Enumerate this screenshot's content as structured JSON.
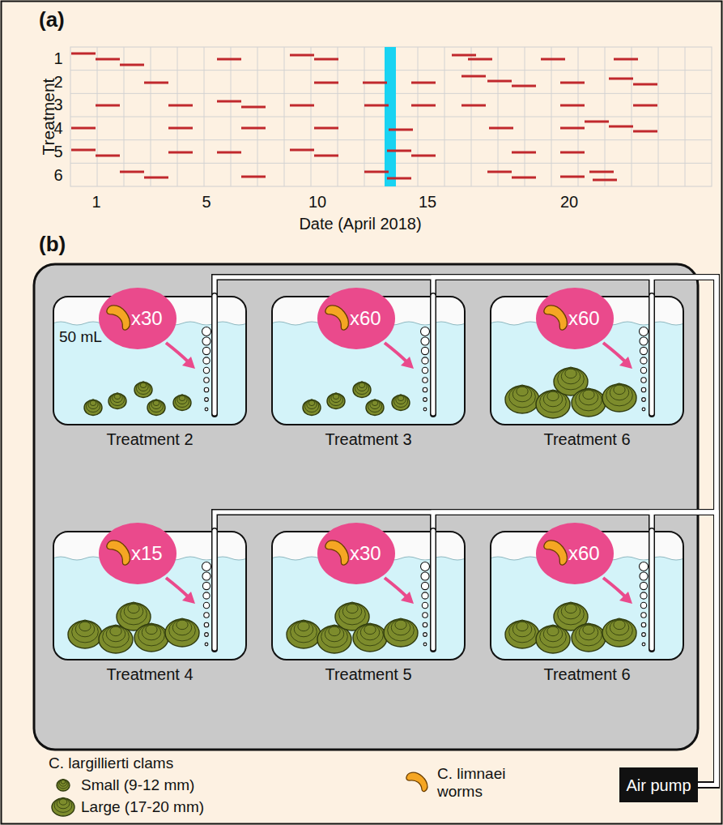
{
  "diagram": {
    "nodes": [
      {
        "text": [
          "Treatment 2",
          "50 mL"
        ]
      },
      {
        "text": [
          "x30"
        ],
        "in": 0
      },
      {
        "text": [
          "Treatment 3"
        ]
      },
      {
        "text": [
          "x60"
        ],
        "in": 2
      },
      {
        "text": [
          "Treatment 6"
        ]
      },
      {
        "text": [
          "x60"
        ],
        "in": 4
      },
      {
        "text": [
          "Treatment 4"
        ]
      },
      {
        "text": [
          "x15"
        ],
        "in": 6
      },
      {
        "text": [
          "Treatment 5"
        ]
      },
      {
        "text": [
          "x30"
        ],
        "in": 8
      },
      {
        "text": [
          "Treatment 6"
        ]
      },
      {
        "text": [
          "x60"
        ],
        "in": 10
      },
      {
        "text": [
          "Air pump"
        ]
      }
    ],
    "edges": [
      {
        "from": 12,
        "to": 0,
        "arrow": "none"
      },
      {
        "from": 12,
        "to": 2,
        "arrow": "none"
      },
      {
        "from": 12,
        "to": 4,
        "arrow": "none"
      },
      {
        "from": 12,
        "to": 6,
        "arrow": "none"
      },
      {
        "from": 12,
        "to": 8,
        "arrow": "none"
      },
      {
        "from": 12,
        "to": 10,
        "arrow": "none"
      }
    ],
    "labels": [
      "(a)",
      "Treatment",
      "1",
      "2",
      "3",
      "4",
      "5",
      "6",
      "1",
      "5",
      "10",
      "15",
      "20",
      "Date (April 2018)",
      "(b)",
      "C. largillierti clams"
    ],
    "legend": [
      {
        "text": "Small (9-12 mm)"
      },
      {
        "text": "Large (17-20 mm)"
      },
      {
        "text": "C. limnaei worms"
      }
    ]
  }
}
